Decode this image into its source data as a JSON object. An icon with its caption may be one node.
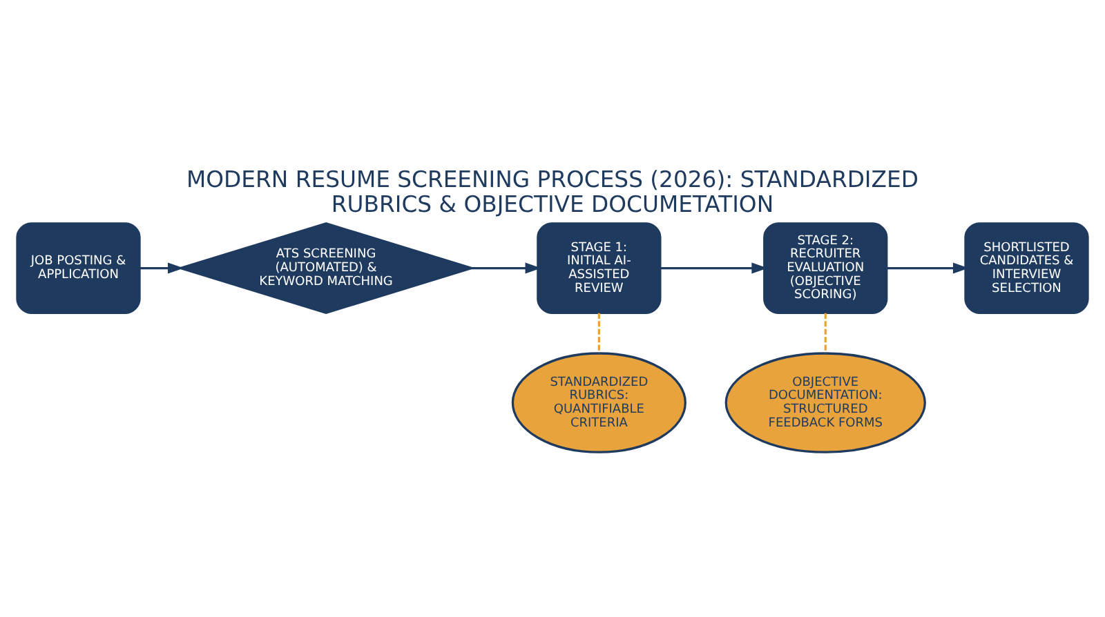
{
  "diagram": {
    "title": "MODERN RESUME SCREENING PROCESS (2026): STANDARDIZED RUBRICS & OBJECTIVE DOCUMETATION",
    "nodes": [
      {
        "text": [
          "JOB POSTING & APPLICATION"
        ]
      },
      {
        "text": [
          "ATS SCREENING (AUTOMATED) & KEYWORD MATCHING"
        ]
      },
      {
        "text": [
          "STAGE 1: INITIAL AI-ASSISTED REVIEW"
        ]
      },
      {
        "text": [
          "STAGE 2: RECRUITER EVALUATION (OBJECTIVE SCORING)"
        ]
      },
      {
        "text": [
          "SHORTLISTED CANDIDATES & INTERVIEW SELECTION"
        ]
      },
      {
        "text": [
          "STANDARDIZED RUBRICS: QUANTIFIABLE CRITERIA"
        ]
      },
      {
        "text": [
          "OBJECTIVE DOCUMENTATION: STRUCTURED FEEDBACK FORMS"
        ]
      }
    ],
    "edges": [
      {
        "from": 0,
        "to": 1,
        "arrow": "to"
      },
      {
        "from": 1,
        "to": 2,
        "arrow": "to"
      },
      {
        "from": 2,
        "to": 3,
        "arrow": "to"
      },
      {
        "from": 3,
        "to": 4,
        "arrow": "to"
      },
      {
        "from": 2,
        "to": 5,
        "arrow": "none",
        "style": "dashed",
        "color": "#e8a33d"
      },
      {
        "from": 3,
        "to": 6,
        "arrow": "none",
        "style": "dashed",
        "color": "#e8a33d"
      }
    ]
  }
}
